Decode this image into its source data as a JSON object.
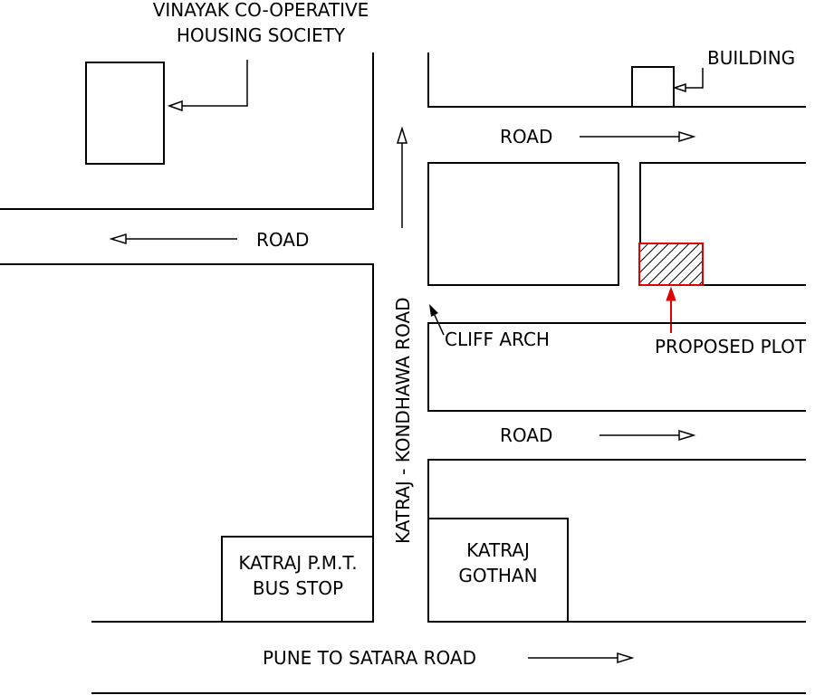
{
  "labels": {
    "society_line1": "VINAYAK CO-OPERATIVE",
    "society_line2": "HOUSING SOCIETY",
    "building": "BUILDING",
    "road_top": "ROAD",
    "road_left": "ROAD",
    "road_mid": "ROAD",
    "vertical_road": "KATRAJ - KONDHAWA  ROAD",
    "cliff_arch": "CLIFF ARCH",
    "proposed_plot": "PROPOSED PLOT",
    "bus_stop_line1": "KATRAJ P.M.T.",
    "bus_stop_line2": "BUS STOP",
    "gothan_line1": "KATRAJ",
    "gothan_line2": "GOTHAN",
    "main_road": "PUNE TO SATARA ROAD"
  },
  "colors": {
    "ink": "#000000",
    "highlight": "#e00000",
    "background": "#ffffff"
  }
}
